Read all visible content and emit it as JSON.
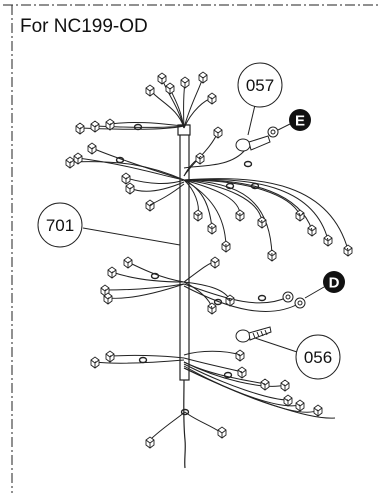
{
  "title": "For NC199-OD",
  "callouts": {
    "harness": "701",
    "part_top": "057",
    "part_bottom": "056"
  },
  "markers": {
    "upper": "E",
    "lower": "D"
  }
}
